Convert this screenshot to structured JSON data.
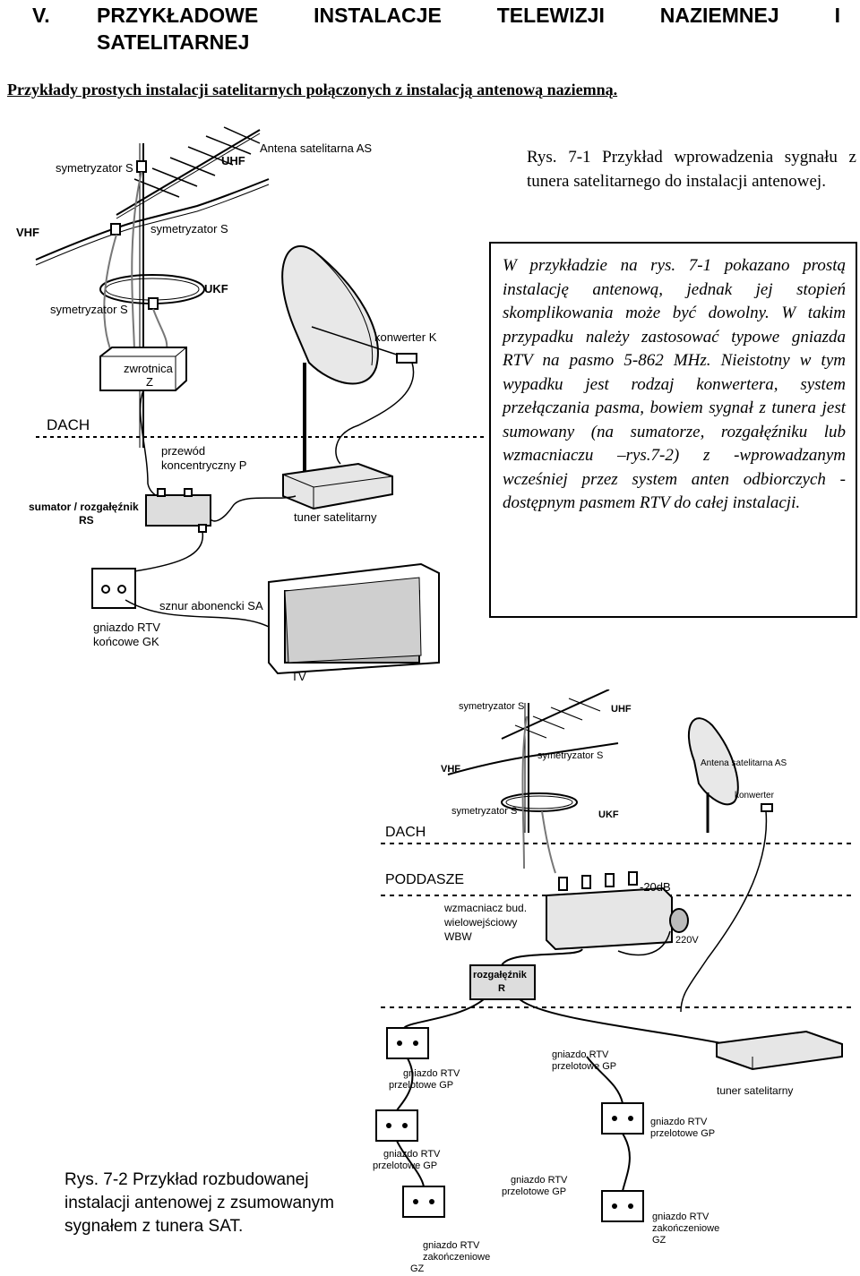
{
  "heading": {
    "number": "V.",
    "line1": "PRZYKŁADOWE INSTALACJE TELEWIZJI NAZIEMNEJ I",
    "line2": "SATELITARNEJ"
  },
  "subtitle": "Przykłady prostych instalacji satelitarnych połączonych z instalacją antenową naziemną.",
  "figure1": {
    "caption": "Rys. 7-1 Przykład wprowadzenia sygnału z tunera satelitarnego do instalacji antenowej.",
    "labels": {
      "symetryzator_top": "symetryzator S",
      "uhf": "UHF",
      "antena_sat": "Antena satelitarna AS",
      "vhf": "VHF",
      "symetryzator_mid": "symetryzator S",
      "ukf": "UKF",
      "symetryzator_left": "symetryzator S",
      "konwerter": "konwerter K",
      "zwrotnica": "zwrotnica",
      "zwrotnica_z": "Z",
      "dach": "DACH",
      "przewod1": "przewód",
      "przewod2": "koncentryczny P",
      "sumator1": "sumator / rozgałęźnik",
      "sumator2": "RS",
      "tuner": "tuner satelitarny",
      "sznur": "sznur abonencki SA",
      "gniazdo1": "gniazdo RTV",
      "gniazdo2": "końcowe GK",
      "tv": "TV"
    }
  },
  "description": "W przykładzie na rys. 7-1 pokazano prostą instalację antenową, jednak jej stopień skomplikowania może być dowolny. W takim przypadku należy zastosować typowe gniazda RTV na pasmo 5-862 MHz. Nieistotny w tym wypadku jest rodzaj konwertera, system przełączania pasma, bowiem sygnał z tunera jest sumowany (na sumatorze, rozgałęźniku lub wzmacniaczu –rys.7-2) z -wprowadzanym wcześniej przez system anten odbiorczych - dostępnym pasmem RTV do całej instalacji.",
  "figure2": {
    "caption": "Rys. 7-2 Przykład rozbudowanej instalacji antenowej z zsumowanym sygnałem z tunera SAT.",
    "labels": {
      "symetryzator_top": "symetryzator S",
      "uhf": "UHF",
      "symetryzator_mid": "symetryzator S",
      "antena_sat": "Antena satelitarna AS",
      "vhf": "VHF",
      "konwerter": "konwerter",
      "symetryzator_low": "symetryzator S",
      "ukf": "UKF",
      "dach": "DACH",
      "poddasze": "PODDASZE",
      "minus20": "-20dB",
      "wzm1": "wzmacniacz bud.",
      "wzm2": "wielowejściowy",
      "wzm3": "WBW",
      "v220": "220V",
      "rozg1": "rozgałęźnik",
      "rozg2": "R",
      "gp_a1": "gniazdo RTV",
      "gp_a2": "przelotowe GP",
      "gp_b1": "gniazdo RTV",
      "gp_b2": "przelotowe GP",
      "tuner": "tuner satelitarny",
      "gp_c1": "gniazdo RTV",
      "gp_c2": "przelotowe GP",
      "gp_d1": "gniazdo RTV",
      "gp_d2": "przelotowe GP",
      "gp_e1": "gniazdo RTV",
      "gp_e2": "przelotowe GP",
      "gz_a1": "gniazdo RTV",
      "gz_a2": "zakończeniowe",
      "gz_a3": "GZ",
      "gz_b1": "gniazdo RTV",
      "gz_b2": "zakończeniowe",
      "gz_b3": "GZ"
    }
  }
}
